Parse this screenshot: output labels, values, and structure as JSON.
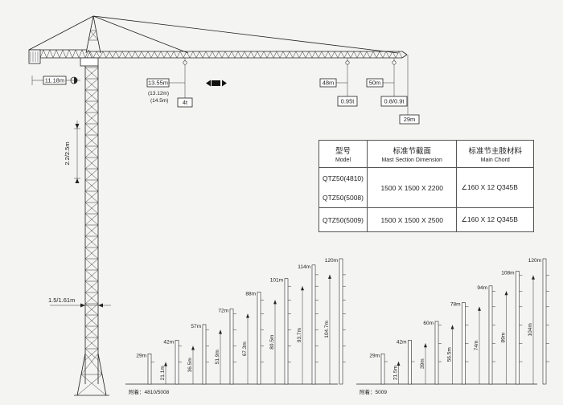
{
  "crane": {
    "counter_jib_length": "11.18m",
    "hook_dist_main": "13.55m",
    "hook_dist_alt1": "(13.12m)",
    "hook_dist_alt2": "(14.5m)",
    "load_near": "4t",
    "dist_mid": "48m",
    "load_mid": "0.95t",
    "dist_end": "50m",
    "load_end": "0.8/0.9t",
    "under_hook_height": "29m",
    "section_spacing": "2.2/2.5m",
    "mast_width": "1.5/1.61m"
  },
  "spec_table": {
    "headers": [
      {
        "cn": "型号",
        "en": "Model"
      },
      {
        "cn": "标准节截面",
        "en": "Mast Section Dimension"
      },
      {
        "cn": "标准节主肢材料",
        "en": "Main Chord"
      }
    ],
    "rows": [
      {
        "model_a": "QTZ50(4810)",
        "model_b": "QTZ50(5008)",
        "section": "1500 X 1500 X 2200",
        "chord": "∠160 X 12  Q345B"
      },
      {
        "model": "QTZ50(5009)",
        "section": "1500 X 1500 X 2500",
        "chord": "∠160 X 12  Q345B"
      }
    ]
  },
  "height_charts": [
    {
      "caption": "附着：4810/5008",
      "heights": [
        "29m",
        "42m",
        "57m",
        "72m",
        "88m",
        "101m",
        "114m",
        "120m"
      ],
      "anchor_values": [
        "21.1m",
        "36.5m",
        "51.9m",
        "67.3m",
        "80.5m",
        "93.7m",
        "104.7m"
      ],
      "height_values": [
        29,
        42,
        57,
        72,
        88,
        101,
        114,
        120
      ],
      "anchor_numbers": [
        21.1,
        36.5,
        51.9,
        67.3,
        80.5,
        93.7,
        104.7
      ]
    },
    {
      "caption": "附着：5009",
      "heights": [
        "29m",
        "42m",
        "60m",
        "78m",
        "94m",
        "108m",
        "120m"
      ],
      "anchor_values": [
        "21.5m",
        "39m",
        "56.5m",
        "74m",
        "89m",
        "104m"
      ],
      "height_values": [
        29,
        42,
        60,
        78,
        94,
        108,
        120
      ],
      "anchor_numbers": [
        21.5,
        39,
        56.5,
        74,
        89,
        104
      ]
    }
  ],
  "colors": {
    "line": "#222222",
    "background": "#f4f4f2"
  }
}
